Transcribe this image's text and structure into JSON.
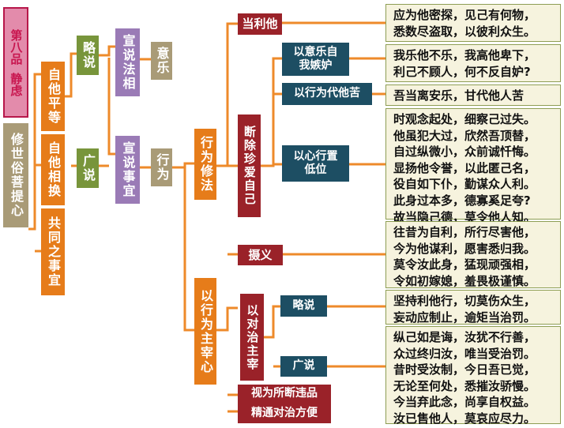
{
  "chapter": {
    "title_line1": "第八品",
    "title_line2": "静虑"
  },
  "root": "修世俗菩提心",
  "level1": [
    "自他平等",
    "自他相换",
    "共同之事宜"
  ],
  "level2": {
    "brief": "略说",
    "extended": "广说"
  },
  "level3": {
    "dharma": "宣说法相",
    "practice": "宣说事宜"
  },
  "level4": {
    "motivation": "意乐",
    "action": "行为"
  },
  "level5": {
    "conduct": "行为修法",
    "remedy": "以行为主宰心"
  },
  "branches": {
    "benefit_others": "当利他",
    "abandon_self_love": "断除珍爱自己",
    "intention_envy": "以意乐自我嫉妒",
    "act_for_others": "以行为代他苦",
    "lower_self": "以心行置低位",
    "take_benefit": "摄义",
    "control_by_antidote": "以对治主宰",
    "brief": "略说",
    "extended": "广说",
    "view_as_object": "视为所断违品",
    "master_remedy": "精通对治方便"
  },
  "verses": {
    "v1": "应为他密探，见己有何物，\n悉数尽盗取，以彼利众生。",
    "v2": "我乐他不乐，我高他卑下，\n利己不顾人，何不反自妒?",
    "v3": "吾当离安乐，甘代他人苦",
    "v4": "时观念起处，细察己过失。\n他虽犯大过，欣然吾顶替，\n自过纵微小，众前诚忏悔。\n显扬他令誉，以此匿己名，\n役自如下仆，勤谋众人利。\n此身过本多，德寡奚足夸?\n故当隐己德，莫令他人知。",
    "v5": "往昔为自利，所行尽害他，\n今为他谋利，愿害悉归我。\n莫令汝此身，猛现顽强相，\n令如初嫁媳，羞畏极谨慎。",
    "v6": "坚持利他行，切莫伤众生，\n妄动应制止，逾矩当治罚。",
    "v7": "纵己如是诲，汝犹不行善，\n众过终归汝，唯当受治罚。\n昔时受汝制，今日吾已觉，\n无论至何处，悉摧汝骄慢。\n今当弃此念，尚享自权益。\n汝已售他人，莫哀应尽力。"
  }
}
